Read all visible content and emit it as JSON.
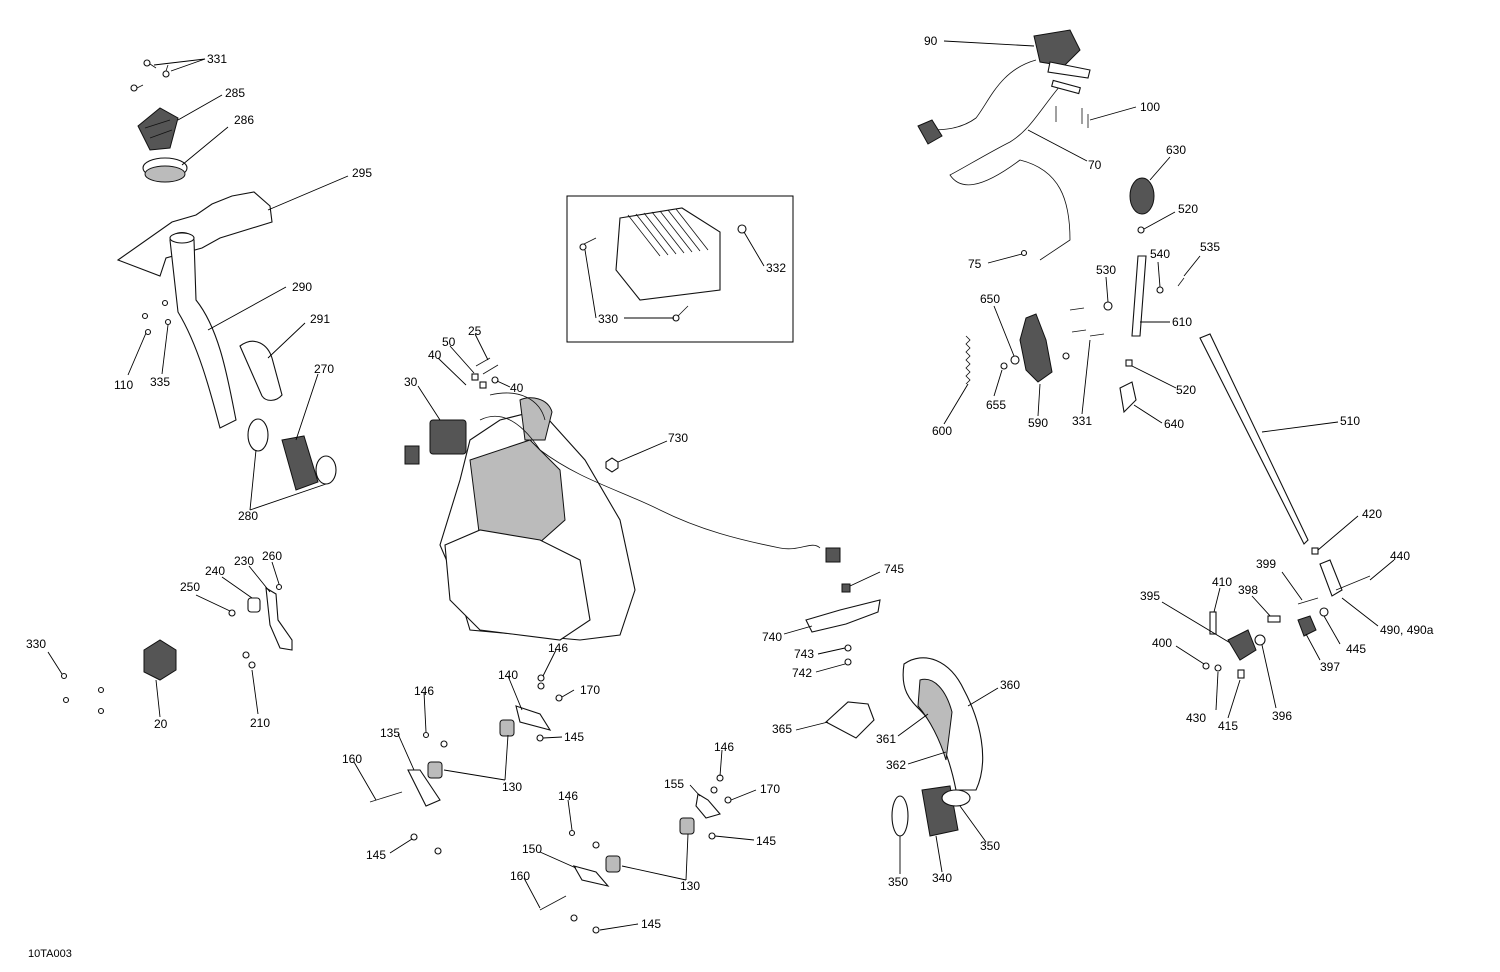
{
  "figure_code": "10TA003",
  "labels": {
    "p331a": "331",
    "p285": "285",
    "p286": "286",
    "p295": "295",
    "p290": "290",
    "p291": "291",
    "p110": "110",
    "p335": "335",
    "p270": "270",
    "p280": "280",
    "p240": "240",
    "p230": "230",
    "p260": "260",
    "p250": "250",
    "p330a": "330",
    "p20": "20",
    "p210": "210",
    "p332": "332",
    "p330b": "330",
    "p25": "25",
    "p50": "50",
    "p40a": "40",
    "p40b": "40",
    "p30": "30",
    "p730": "730",
    "p90": "90",
    "p100": "100",
    "p70": "70",
    "p630": "630",
    "p520a": "520",
    "p75": "75",
    "p540": "540",
    "p535": "535",
    "p530": "530",
    "p650": "650",
    "p610": "610",
    "p600": "600",
    "p655": "655",
    "p590": "590",
    "p331b": "331",
    "p520b": "520",
    "p640": "640",
    "p510": "510",
    "p745": "745",
    "p740": "740",
    "p743": "743",
    "p742": "742",
    "p420": "420",
    "p440": "440",
    "p399": "399",
    "p410": "410",
    "p398": "398",
    "p395": "395",
    "p400": "400",
    "p490": "490, 490a",
    "p445": "445",
    "p397": "397",
    "p430": "430",
    "p415": "415",
    "p396": "396",
    "p146a": "146",
    "p140": "140",
    "p170a": "170",
    "p145a": "145",
    "p146b": "146",
    "p135": "135",
    "p160a": "160",
    "p130a": "130",
    "p145b": "145",
    "p146c": "146",
    "p155": "155",
    "p146d": "146",
    "p170b": "170",
    "p145c": "145",
    "p150": "150",
    "p160b": "160",
    "p130b": "130",
    "p145d": "145",
    "p360": "360",
    "p365": "365",
    "p361": "361",
    "p362": "362",
    "p350a": "350",
    "p350b": "350",
    "p340": "340"
  }
}
